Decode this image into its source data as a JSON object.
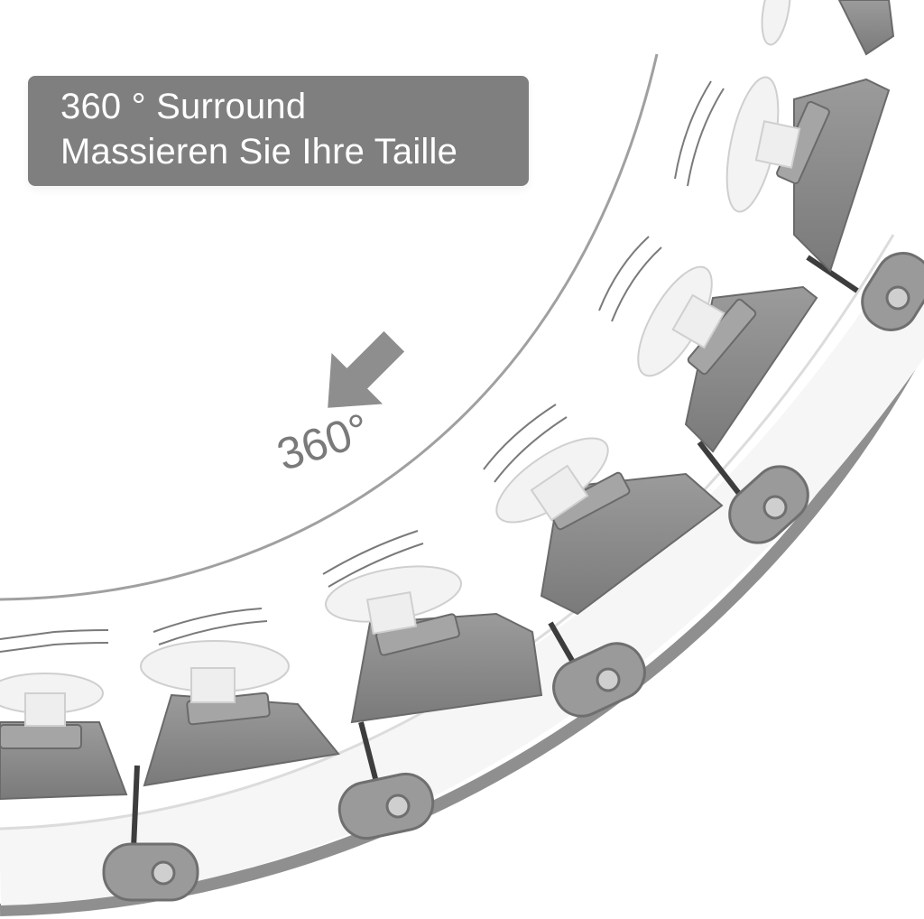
{
  "banner": {
    "line1": "360 ° Surround",
    "line2": "Massieren Sie Ihre Taille"
  },
  "rotation_label": "360°",
  "icons": [
    "arrow-down-right-icon"
  ],
  "colors": {
    "background": "#ffffff",
    "banner": "#7f7f7f",
    "hoop_gray": "#8a8a8a",
    "hoop_white": "#f7f7f7",
    "nub_white": "#f2f2f2",
    "arc_line": "#9a9a9a"
  }
}
